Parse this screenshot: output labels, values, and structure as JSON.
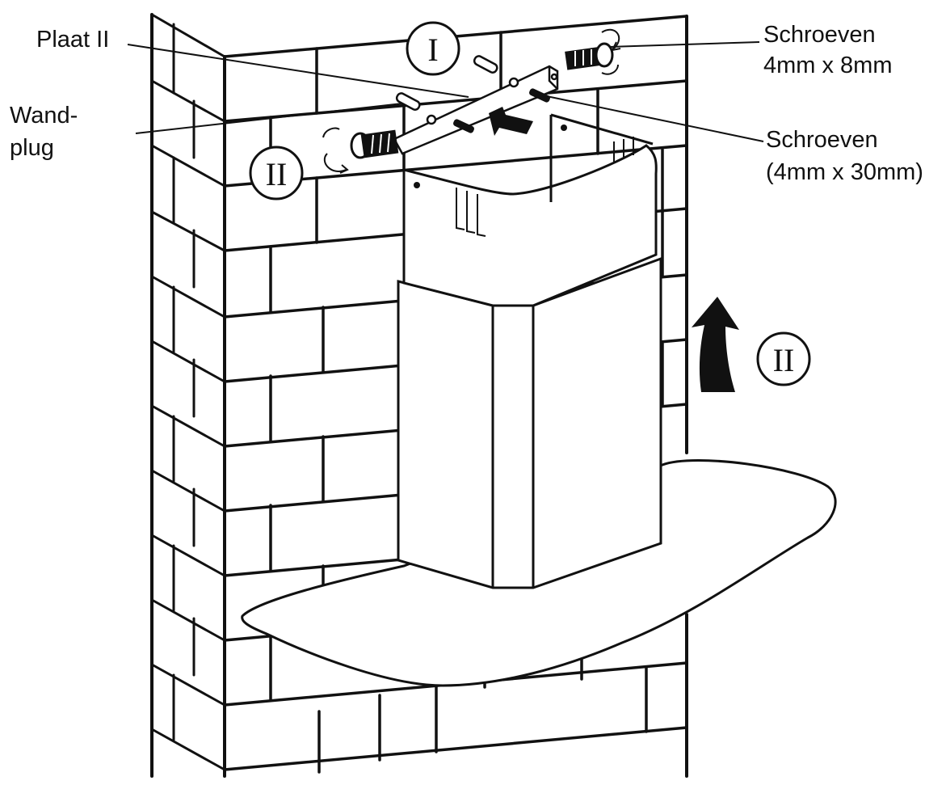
{
  "labels": {
    "plate": "Plaat II",
    "wall_plug_line1": "Wand-",
    "wall_plug_line2": "plug",
    "screws_small_line1": "Schroeven",
    "screws_small_line2": "4mm x 8mm",
    "screws_large_line1": "Schroeven",
    "screws_large_line2": "(4mm x 30mm)"
  },
  "steps": {
    "step_one": "I",
    "step_two_left": "II",
    "step_two_right": "II"
  },
  "colors": {
    "line": "#111111",
    "background": "#ffffff"
  }
}
